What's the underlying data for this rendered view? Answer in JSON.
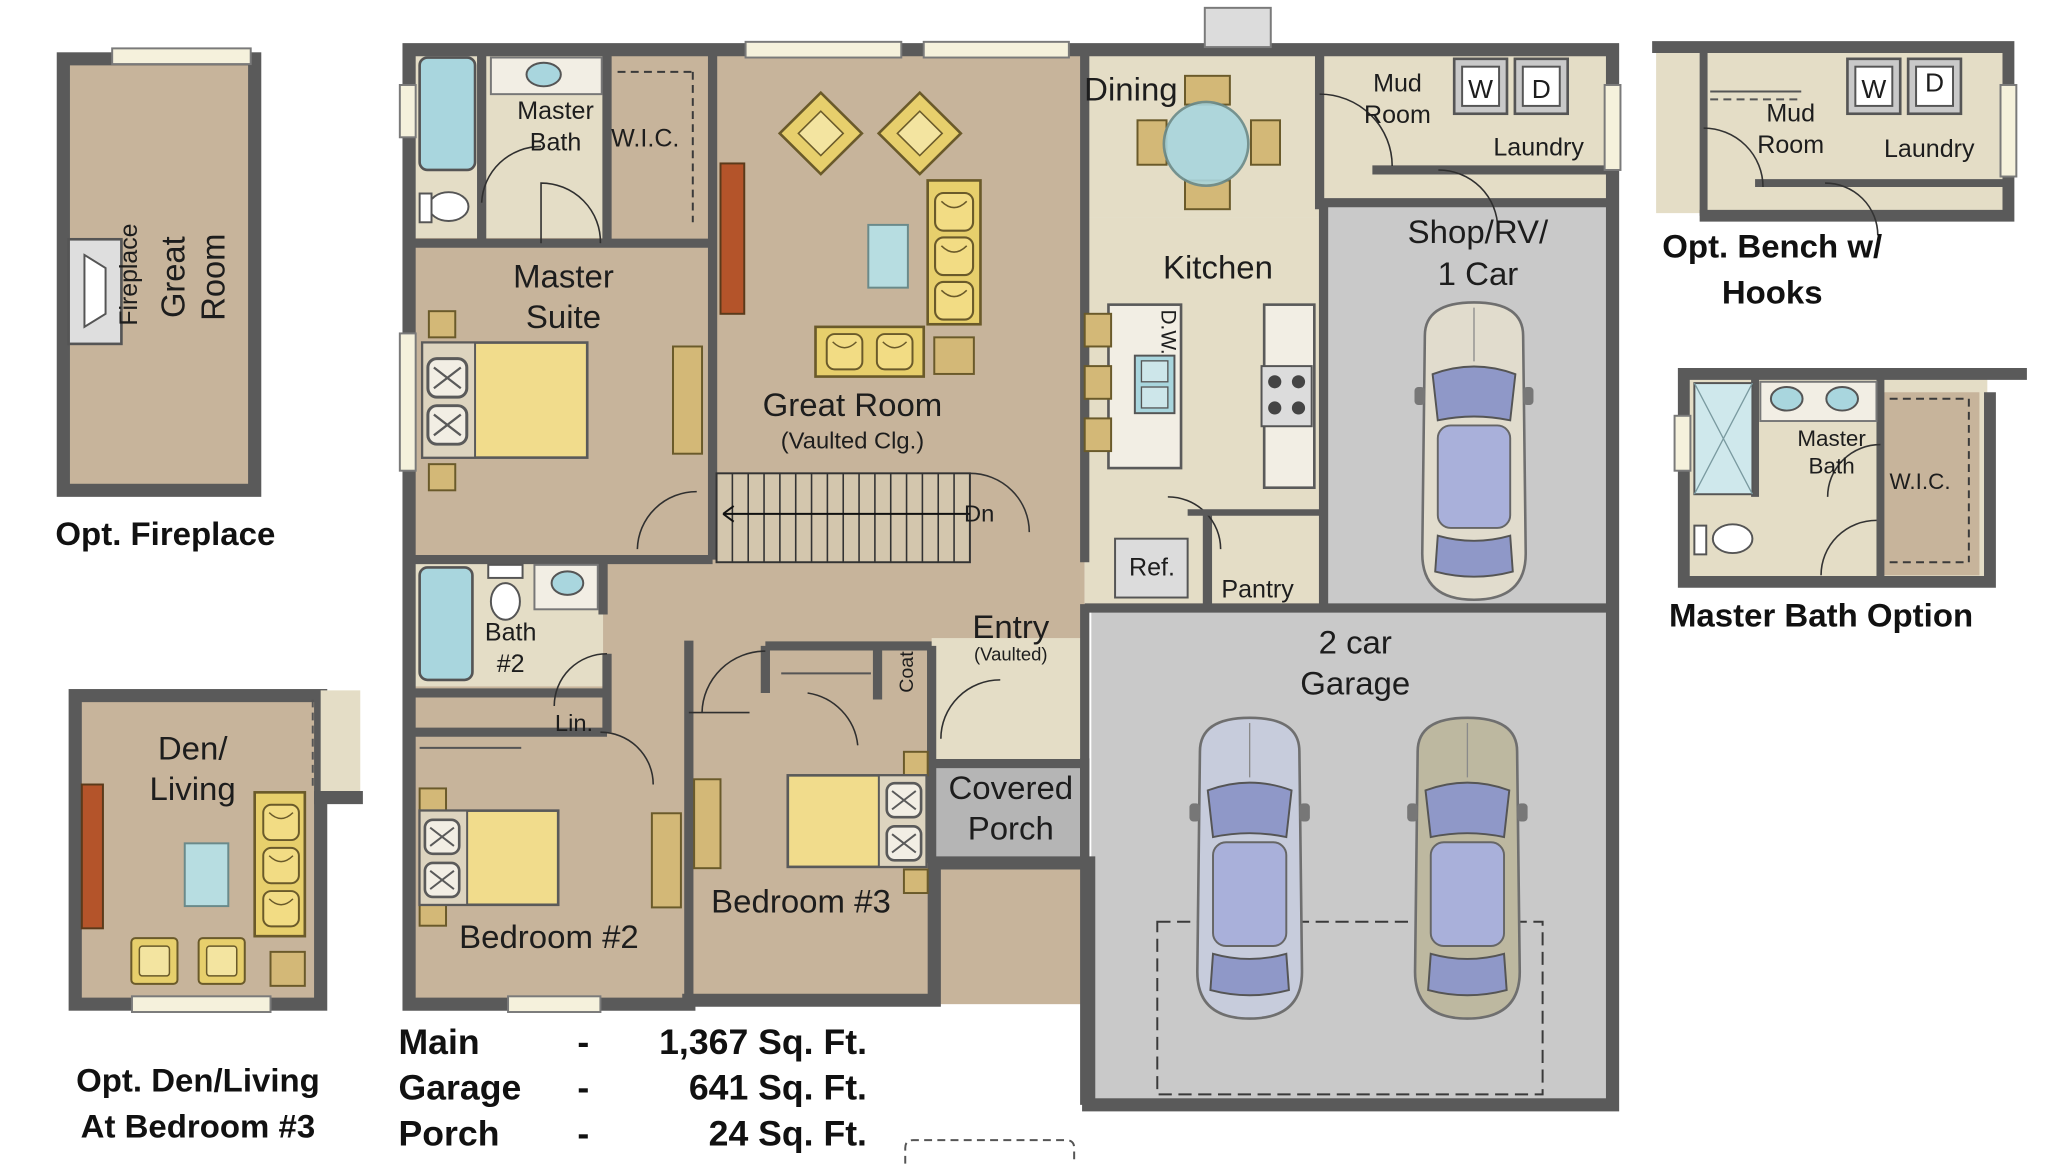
{
  "colors": {
    "wall": "#5a5a5a",
    "carpet": "#c7b49b",
    "floor": "#e4ddc6",
    "garage": "#c9c9c9",
    "porch": "#b5b5b5",
    "tub": "#a9d6de",
    "bed": "#f1dc8c",
    "furniture": "#e7cf6c",
    "accent_wood": "#b4542a",
    "table": "#b7dde1",
    "car_silver": "#e1dccd",
    "car_blue": "#c7ccdc",
    "car_olive": "#bdb8a0"
  },
  "rooms": {
    "master_bath": "Master Bath",
    "master_bath_l1": "Master",
    "master_bath_l2": "Bath",
    "wic": "W.I.C.",
    "master_suite_l1": "Master",
    "master_suite_l2": "Suite",
    "great_room": "Great Room",
    "great_room_note": "(Vaulted Clg.)",
    "dining": "Dining",
    "mud_room_l1": "Mud",
    "mud_room_l2": "Room",
    "laundry": "Laundry",
    "washer": "W",
    "dryer": "D",
    "kitchen": "Kitchen",
    "dishwasher": "D.W.",
    "refrigerator": "Ref.",
    "pantry": "Pantry",
    "shop_l1": "Shop/RV/",
    "shop_l2": "1 Car",
    "stairs_down": "Dn",
    "bath2_l1": "Bath",
    "bath2_l2": "#2",
    "linen": "Lin.",
    "coat": "Coat",
    "entry": "Entry",
    "entry_note": "(Vaulted)",
    "covered_porch_l1": "Covered",
    "covered_porch_l2": "Porch",
    "bedroom2": "Bedroom #2",
    "bedroom3": "Bedroom #3",
    "garage_l1": "2 car",
    "garage_l2": "Garage"
  },
  "options": {
    "fireplace": {
      "room_l1": "Great",
      "room_l2": "Room",
      "fireplace_label": "Fireplace",
      "caption": "Opt. Fireplace"
    },
    "den": {
      "room_l1": "Den/",
      "room_l2": "Living",
      "caption_l1": "Opt. Den/Living",
      "caption_l2": "At Bedroom #3"
    },
    "bench": {
      "mud_l1": "Mud",
      "mud_l2": "Room",
      "laundry": "Laundry",
      "washer": "W",
      "dryer": "D",
      "caption_l1": "Opt. Bench w/",
      "caption_l2": "Hooks"
    },
    "master_bath": {
      "bath_l1": "Master",
      "bath_l2": "Bath",
      "wic": "W.I.C.",
      "caption": "Master Bath Option"
    }
  },
  "square_footage": [
    {
      "label": "Main",
      "sep": "-",
      "value": "1,367 Sq. Ft."
    },
    {
      "label": "Garage",
      "sep": "-",
      "value": "641 Sq. Ft."
    },
    {
      "label": "Porch",
      "sep": "-",
      "value": "24 Sq. Ft."
    }
  ]
}
